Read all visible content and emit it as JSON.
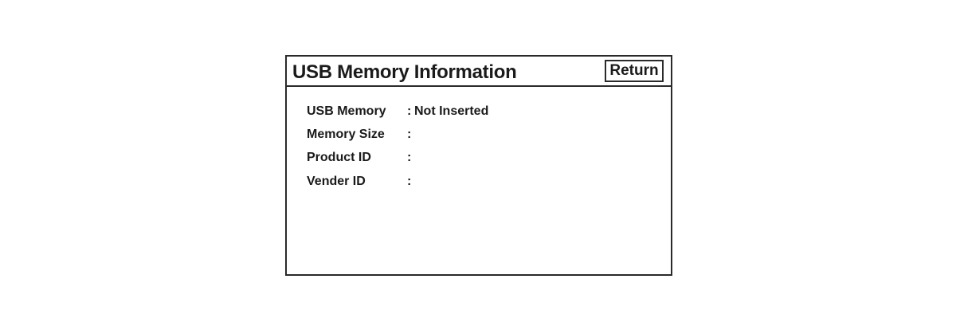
{
  "panel": {
    "title": "USB Memory Information",
    "return_label": "Return"
  },
  "rows": [
    {
      "label": "USB Memory",
      "colon": ":",
      "value": "Not Inserted"
    },
    {
      "label": "Memory Size",
      "colon": ":",
      "value": ""
    },
    {
      "label": "Product ID",
      "colon": ":",
      "value": ""
    },
    {
      "label": "Vender ID",
      "colon": ":",
      "value": ""
    }
  ]
}
